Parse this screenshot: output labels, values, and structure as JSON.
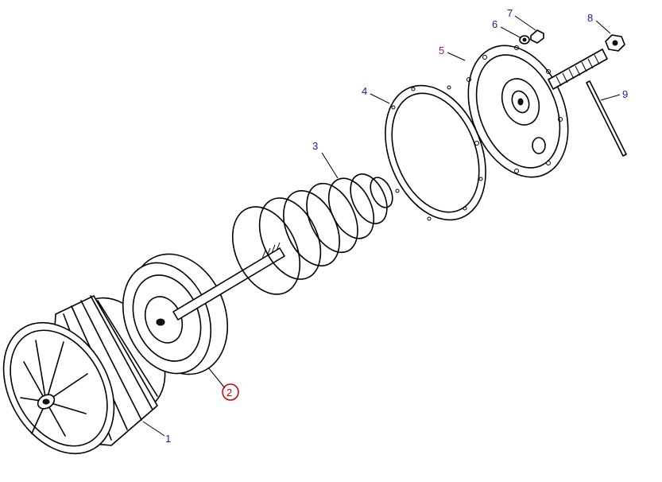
{
  "callouts": [
    {
      "id": "1",
      "text": "1",
      "color": "#1a1aa0"
    },
    {
      "id": "2",
      "text": "2",
      "color": "#cc0000",
      "highlighted": true
    },
    {
      "id": "3",
      "text": "3",
      "color": "#1a1aa0"
    },
    {
      "id": "4",
      "text": "4",
      "color": "#1a1aa0"
    },
    {
      "id": "5",
      "text": "5",
      "color": "#8a1a8a"
    },
    {
      "id": "6",
      "text": "6",
      "color": "#1a1aa0"
    },
    {
      "id": "7",
      "text": "7",
      "color": "#1a1aa0"
    },
    {
      "id": "8",
      "text": "8",
      "color": "#1a1aa0"
    },
    {
      "id": "9",
      "text": "9",
      "color": "#1a1aa0"
    }
  ],
  "colors": {
    "line": "#000000",
    "background": "#ffffff",
    "highlight_ring": "#cc0000"
  }
}
